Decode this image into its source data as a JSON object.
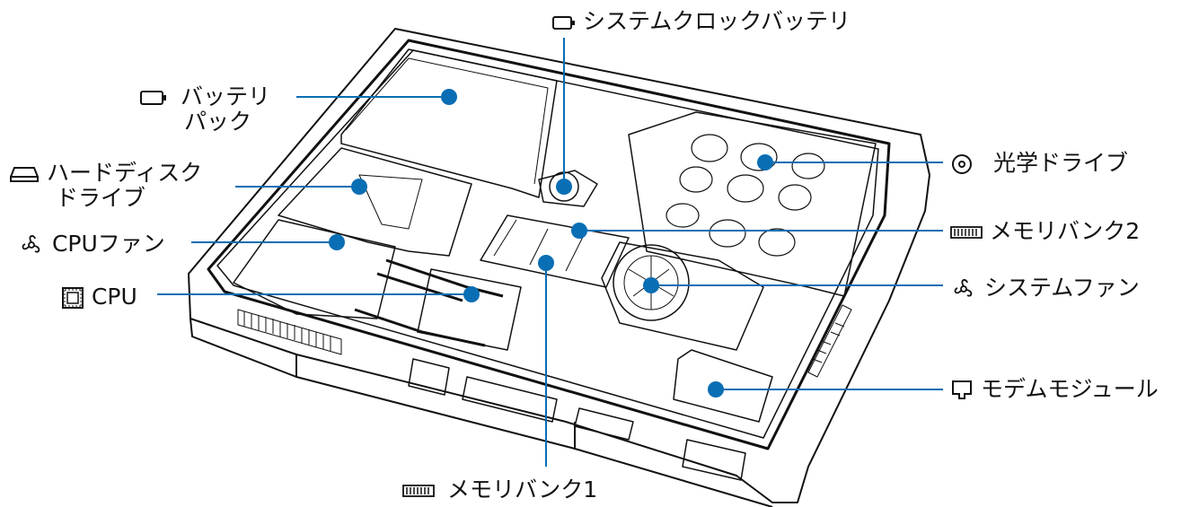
{
  "diagram": {
    "accent_color": "#0a6eb4",
    "line_color": "#0a6eb4",
    "outline_color": "#111111",
    "labels": {
      "system_clock_battery": {
        "text": "システムクロックバッテリ",
        "icon": "battery-icon"
      },
      "battery_pack": {
        "line1": "バッテリ",
        "line2": "パック",
        "icon": "battery-icon"
      },
      "hard_disk_drive": {
        "line1": "ハードディスク",
        "line2": "ドライブ",
        "icon": "hard-disk-icon"
      },
      "cpu_fan": {
        "text": "CPUファン",
        "icon": "fan-icon"
      },
      "cpu": {
        "text": "CPU",
        "icon": "chip-icon"
      },
      "optical_drive": {
        "text": "光学ドライブ",
        "icon": "disc-icon"
      },
      "memory_bank_2": {
        "text": "メモリバンク2",
        "icon": "memory-icon"
      },
      "system_fan": {
        "text": "システムファン",
        "icon": "fan-icon"
      },
      "modem_module": {
        "text": "モデムモジュール",
        "icon": "modem-icon"
      },
      "memory_bank_1": {
        "text": "メモリバンク1",
        "icon": "memory-icon"
      }
    }
  }
}
